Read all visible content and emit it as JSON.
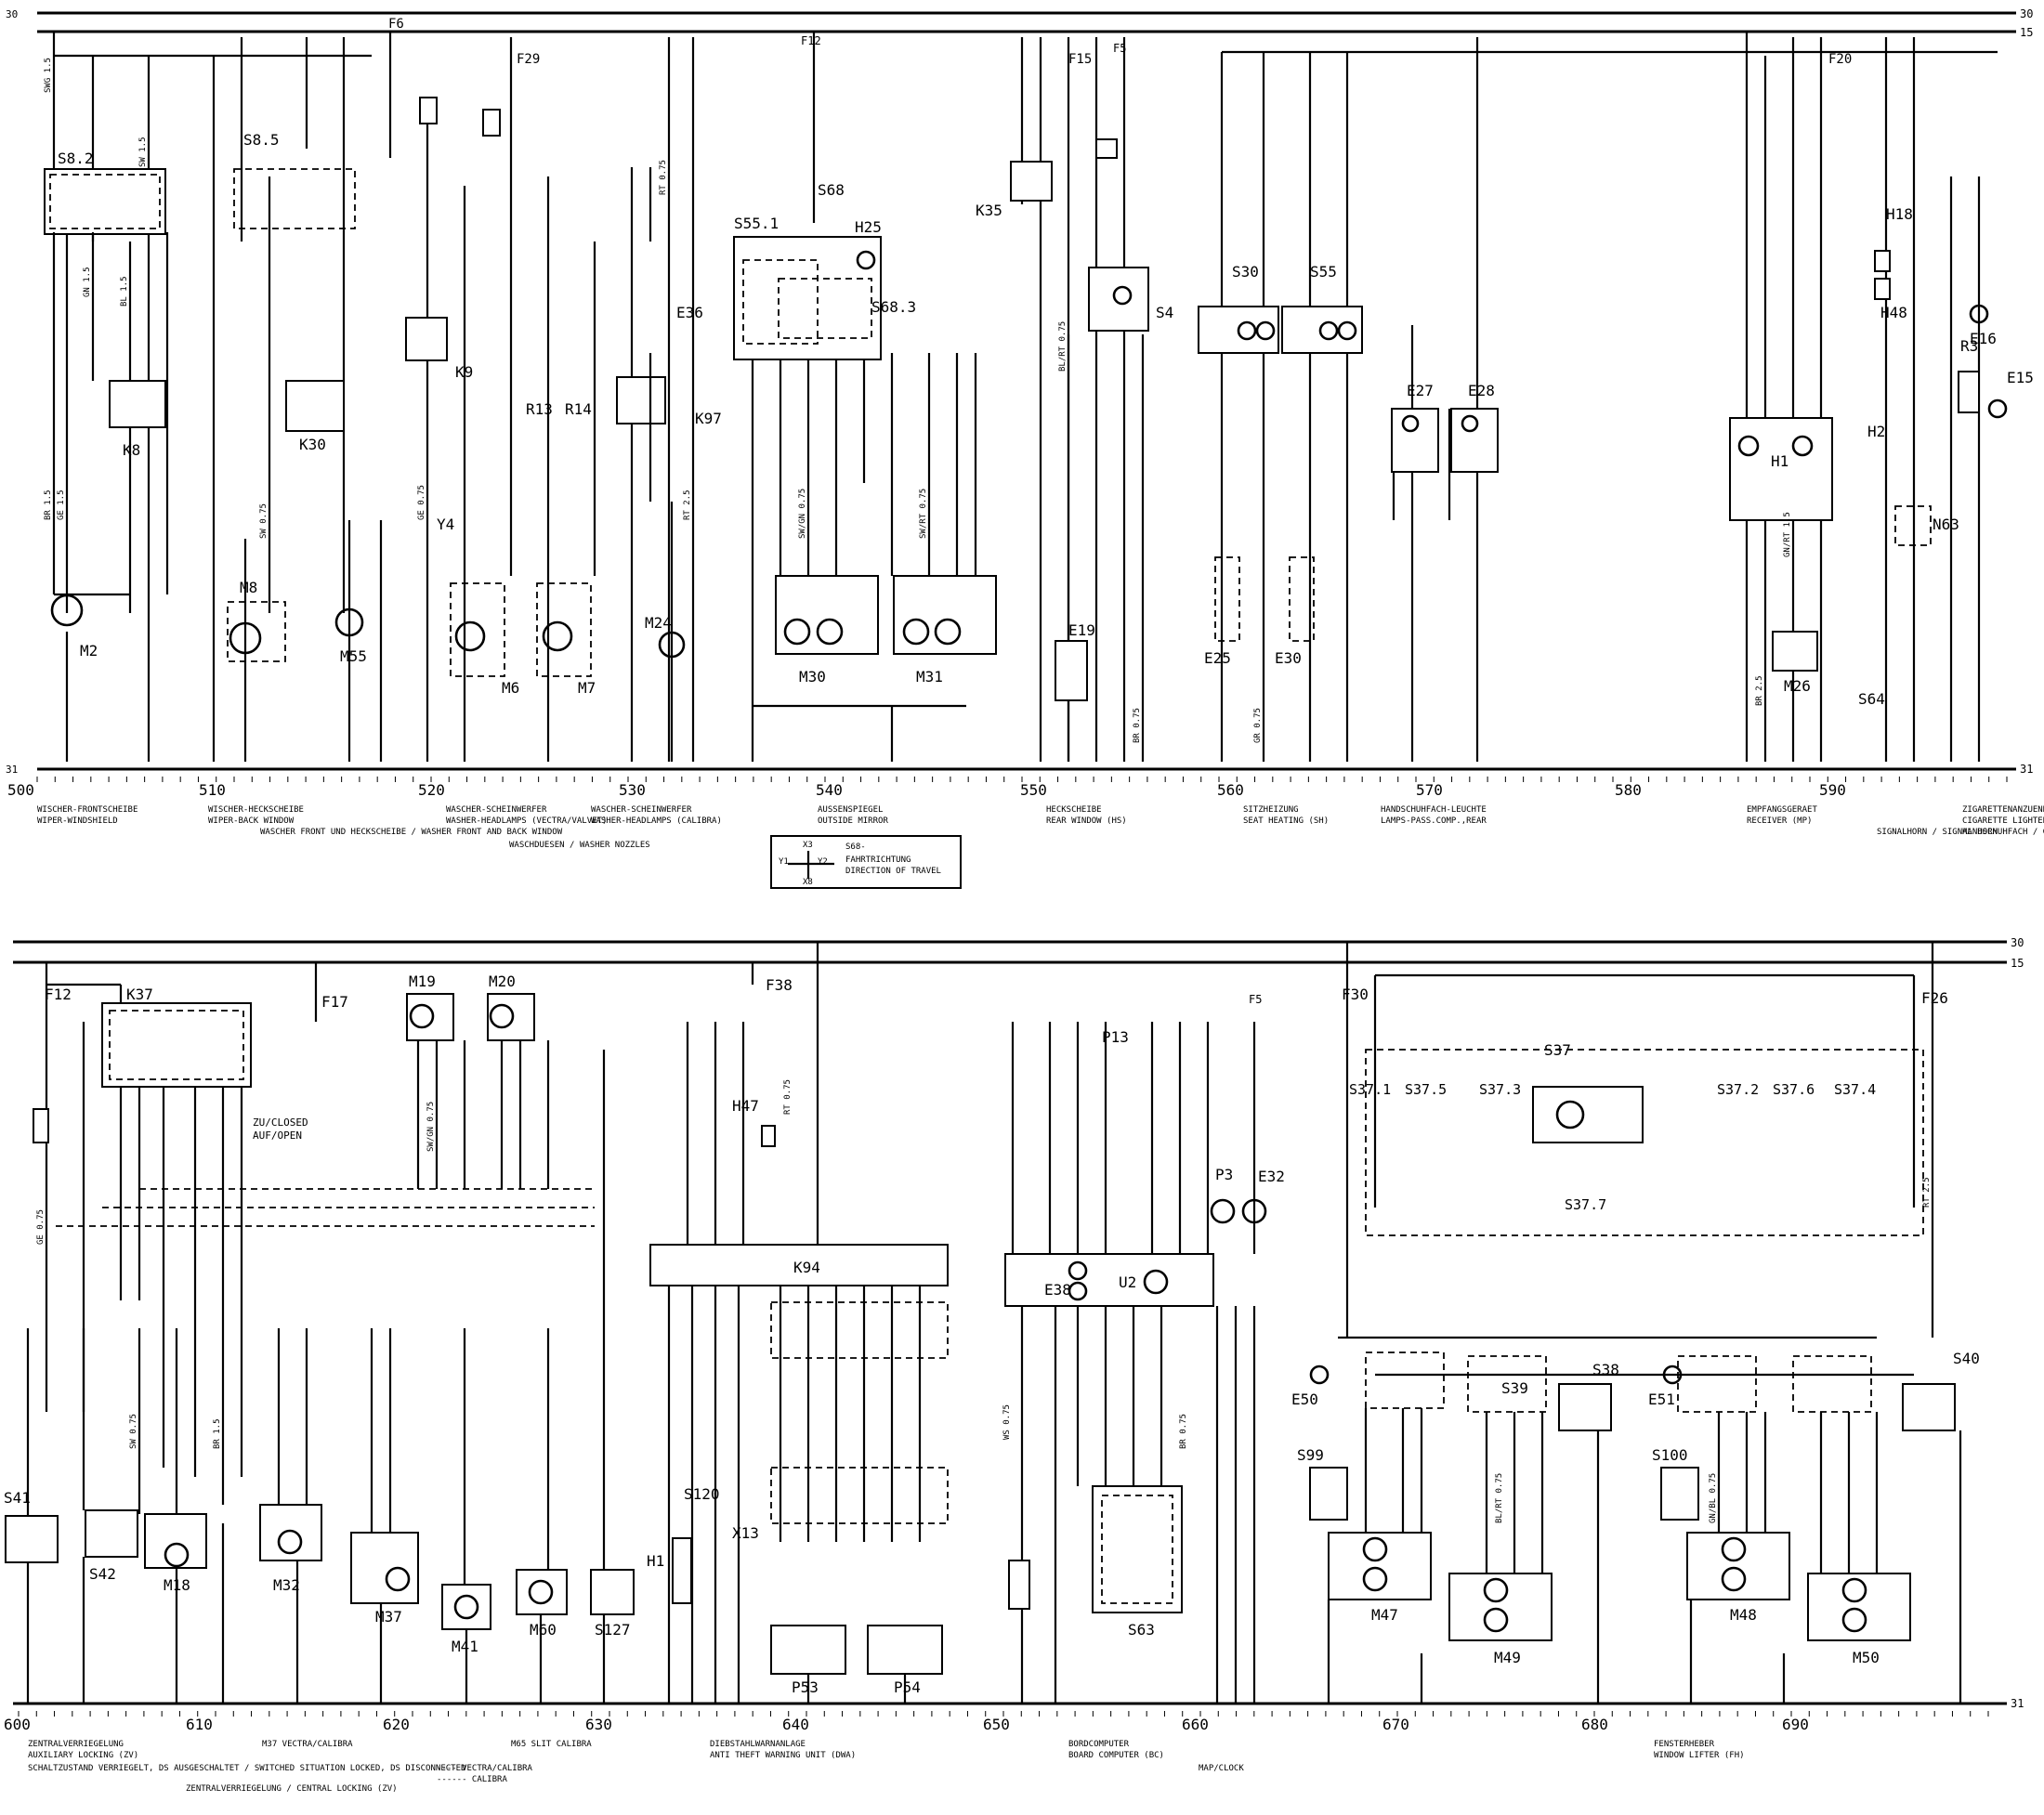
{
  "rails": {
    "top_30": "30",
    "top_15": "15",
    "top_31": "31",
    "bottom_30": "30",
    "bottom_15": "15",
    "bottom_31": "31"
  },
  "top_panel": {
    "components": [
      "S8.2",
      "S8.5",
      "K8",
      "K30",
      "M2",
      "M8",
      "M55",
      "K9",
      "Y4",
      "R13",
      "R14",
      "M6",
      "M7",
      "K97",
      "E36",
      "M24",
      "S55.1",
      "S68",
      "H25",
      "S68.3",
      "M30",
      "M31",
      "K35",
      "E19",
      "S4",
      "S30",
      "S55",
      "E25",
      "E30",
      "E27",
      "E28",
      "H1",
      "H2",
      "H18",
      "H48",
      "M26",
      "S64",
      "N63",
      "R3",
      "E16",
      "E15",
      "F6",
      "F29",
      "F12",
      "F15",
      "F5",
      "F20"
    ],
    "wire_labels": [
      "SWG 1.5",
      "BR 1.5",
      "GN 1.5",
      "GE 1.5",
      "SW 0.75",
      "GE 0.75",
      "RT 0.75",
      "RT 2.5",
      "SW/GN 0.75",
      "SW/RT 0.75",
      "BL/RT 0.75",
      "BR 0.75",
      "GR 0.75",
      "GN/RT 1.5",
      "BR 2.5",
      "SW 1.5",
      "BL 1.5"
    ],
    "sections": [
      {
        "num": "500",
        "de": "WISCHER-FRONTSCHEIBE",
        "en": "WIPER-WINDSHIELD"
      },
      {
        "num": "510",
        "de": "WISCHER-HECKSCHEIBE",
        "en": "WIPER-BACK WINDOW",
        "extra": "WASCHER FRONT UND HECKSCHEIBE / WASHER FRONT AND BACK WINDOW"
      },
      {
        "num": "520",
        "de": "WASCHER-SCHEINWERFER",
        "en": "WASHER-HEADLAMPS (VECTRA/VALVET)",
        "extra": "WASCHDUESEN / WASHER NOZZLES"
      },
      {
        "num": "530",
        "de": "WASCHER-SCHEINWERFER",
        "en": "WASHER-HEADLAMPS (CALIBRA)"
      },
      {
        "num": "540",
        "de": "AUSSENSPIEGEL",
        "en": "OUTSIDE MIRROR"
      },
      {
        "num": "550",
        "de": "HECKSCHEIBE",
        "en": "REAR WINDOW (HS)"
      },
      {
        "num": "560",
        "de": "SITZHEIZUNG",
        "en": "SEAT HEATING (SH)"
      },
      {
        "num": "570",
        "de": "HANDSCHUHFACH-LEUCHTE",
        "en": "LAMPS-PASS.COMP.,REAR"
      },
      {
        "num": "580",
        "de": "",
        "en": ""
      },
      {
        "num": "590",
        "de": "EMPFANGSGERAET",
        "en": "RECEIVER (MP)",
        "extra": "SIGNALHORN / SIGNAL HORN"
      },
      {
        "num": "",
        "de": "ZIGARETTENANZUENDER",
        "en": "CIGARETTE LIGHTER",
        "extra": "HANDSCHUHFACH / GLOVE BOX"
      }
    ],
    "mirror_legend": {
      "title": "S68-",
      "line1": "FAHRTRICHTUNG",
      "line2": "DIRECTION OF TRAVEL",
      "keys": [
        "X3",
        "Y1",
        "Y2",
        "X8"
      ]
    }
  },
  "bottom_panel": {
    "components": [
      "F12",
      "K37",
      "F17",
      "M19",
      "M20",
      "F38",
      "H47",
      "K94",
      "P53",
      "P54",
      "E38",
      "U2",
      "P13",
      "P3",
      "E32",
      "S37",
      "S37.1",
      "S37.5",
      "S37.3",
      "S37.2",
      "S37.6",
      "S37.4",
      "S37.7",
      "E50",
      "S38",
      "E51",
      "S39",
      "S40",
      "S99",
      "S100",
      "S41",
      "S42",
      "M18",
      "M32",
      "M37",
      "M41",
      "M60",
      "S127",
      "H1",
      "S120",
      "X13",
      "S63",
      "M47",
      "M49",
      "M48",
      "M50",
      "F30",
      "F26",
      "F5"
    ],
    "wire_labels": [
      "ZU/CLOSED",
      "AUF/OPEN",
      "SW 0.75",
      "BR 0.75",
      "GE 0.75",
      "RT 0.75",
      "RT 2.5",
      "BR 1.5",
      "SW/GN 0.75",
      "BL/RT 0.75",
      "GN/BL 0.75",
      "WS 0.75"
    ],
    "sections": [
      {
        "num": "600",
        "de": "ZENTRALVERRIEGELUNG",
        "en": "AUXILIARY LOCKING (ZV)",
        "extra": "SCHALTZUSTAND VERRIEGELT, DS AUSGESCHALTET / SWITCHED SITUATION LOCKED, DS DISCONNECTED"
      },
      {
        "num": "610",
        "de": "",
        "en": "",
        "extra": "ZENTRALVERRIEGELUNG / CENTRAL LOCKING (ZV)"
      },
      {
        "num": "620",
        "de": "M37 VECTRA/CALIBRA",
        "en": "---- VECTRA/CALIBRA"
      },
      {
        "num": "630",
        "de": "M65 SLIT CALIBRA",
        "en": "------ CALIBRA"
      },
      {
        "num": "640",
        "de": "DIEBSTAHLWARNANLAGE",
        "en": "ANTI THEFT WARNING UNIT (DWA)"
      },
      {
        "num": "650",
        "de": "",
        "en": ""
      },
      {
        "num": "660",
        "de": "BORDCOMPUTER",
        "en": "BOARD COMPUTER (BC)",
        "extra": "MAP/CLOCK"
      },
      {
        "num": "670",
        "de": "",
        "en": ""
      },
      {
        "num": "680",
        "de": "FENSTERHEBER",
        "en": "WINDOW LIFTER (FH)"
      },
      {
        "num": "690",
        "de": "",
        "en": ""
      }
    ]
  }
}
